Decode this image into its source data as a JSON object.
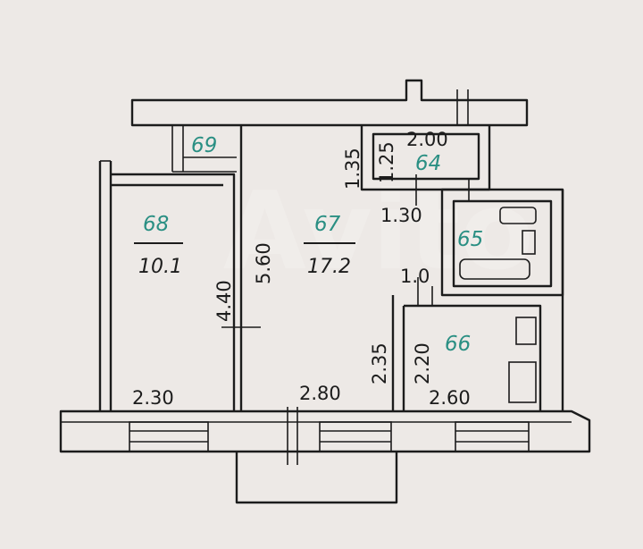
{
  "colors": {
    "paper": "#ede9e6",
    "ink": "#1c1c1c",
    "room_number": "#2a8f83"
  },
  "watermark": "Avito",
  "rooms": [
    {
      "id": "r68",
      "number": "68",
      "area": "10.1"
    },
    {
      "id": "r67",
      "number": "67",
      "area": "17.2"
    },
    {
      "id": "r69",
      "number": "69"
    },
    {
      "id": "r64",
      "number": "64"
    },
    {
      "id": "r65",
      "number": "65"
    },
    {
      "id": "r66",
      "number": "66"
    }
  ],
  "dimensions": {
    "d_2_30": "2.30",
    "d_2_80": "2.80",
    "d_2_60": "2.60",
    "d_4_40": "4.40",
    "d_5_60": "5.60",
    "d_2_35": "2.35",
    "d_2_20": "2.20",
    "d_1_0": "1.0",
    "d_1_30": "1.30",
    "d_1_35": "1.35",
    "d_1_25": "1.25",
    "d_2_00": "2.00"
  }
}
